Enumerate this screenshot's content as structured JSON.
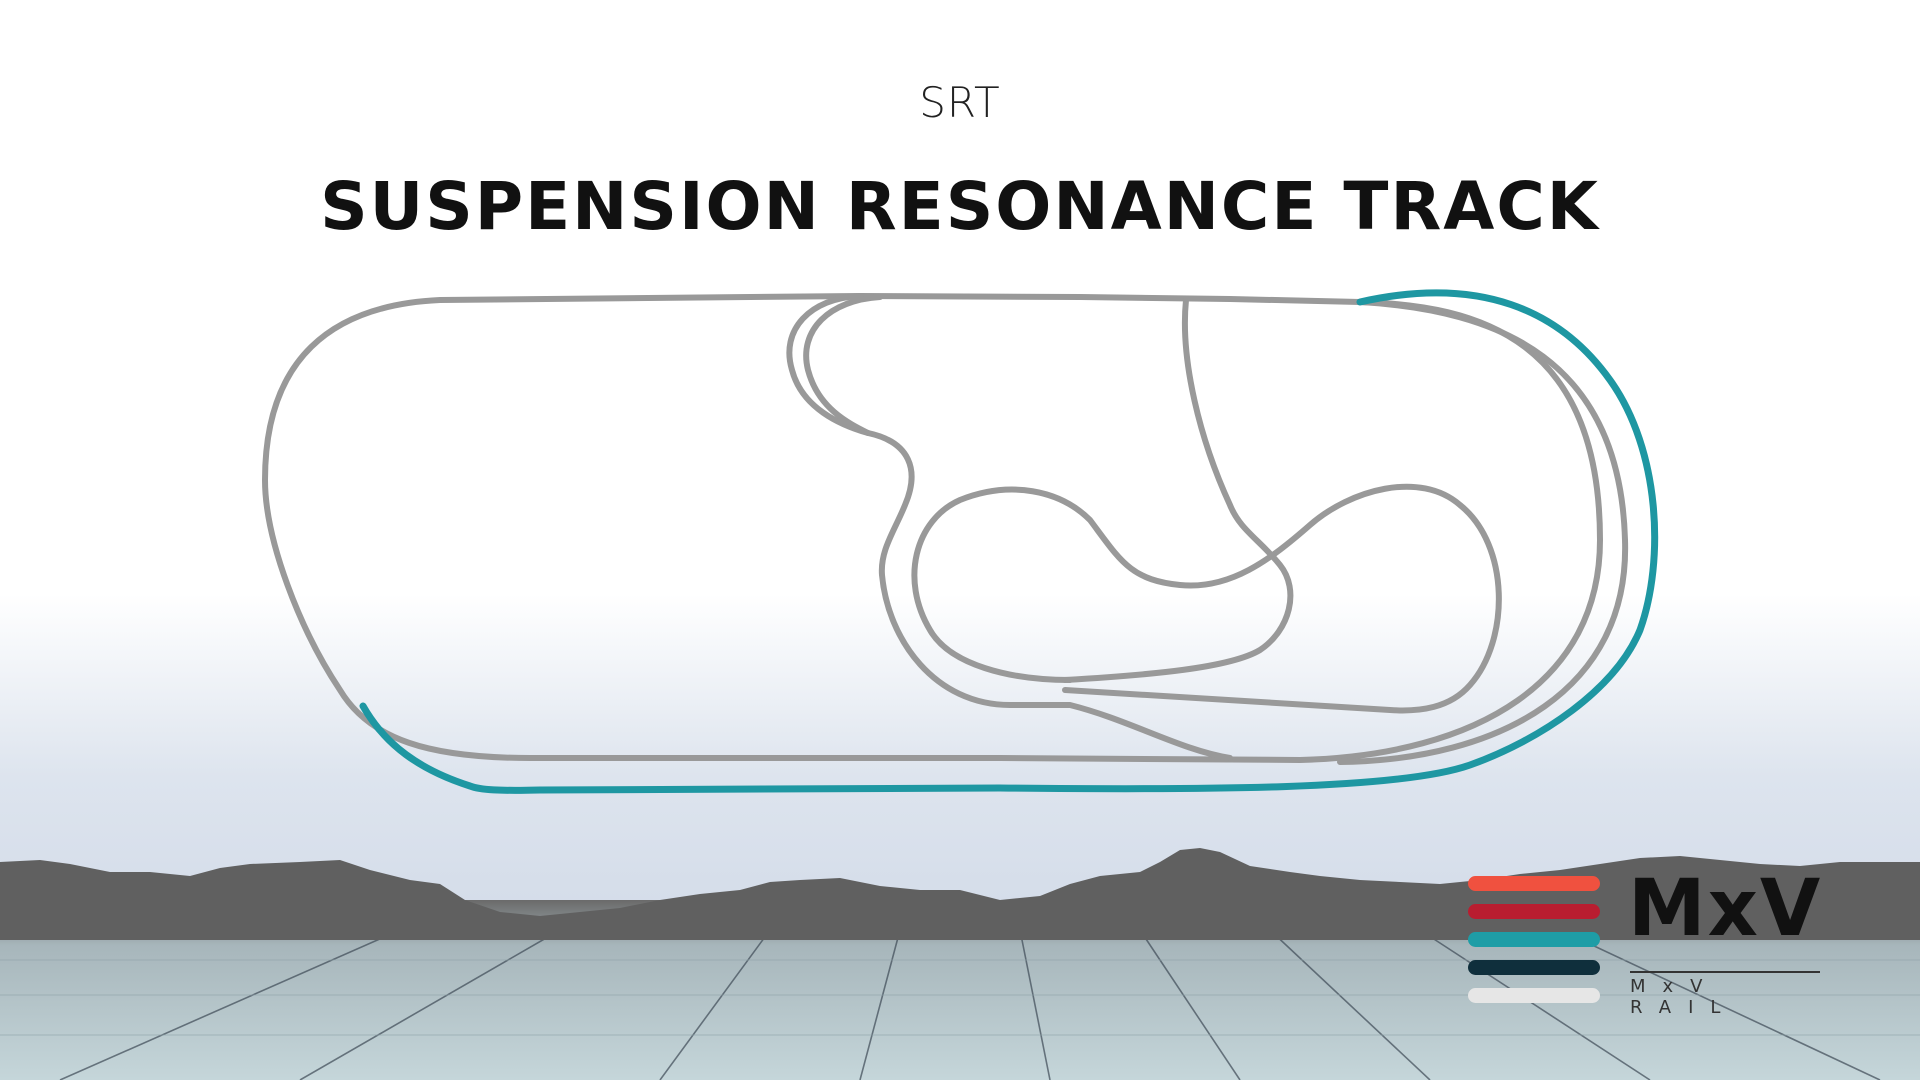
{
  "header": {
    "subtitle": "SRT",
    "title": "SUSPENSION RESONANCE TRACK"
  },
  "colors": {
    "track": "#999999",
    "highlight": "#1e97a2",
    "mountains": "#606060",
    "sky_band": "#cdd6e4",
    "ground": "#b9c9cf"
  },
  "logo": {
    "mark": "MxV",
    "caption": "MxV RAIL",
    "bar_colors": [
      "#f0513f",
      "#b91d30",
      "#1e9da6",
      "#0f2f3c",
      "#e6e6e6"
    ]
  }
}
